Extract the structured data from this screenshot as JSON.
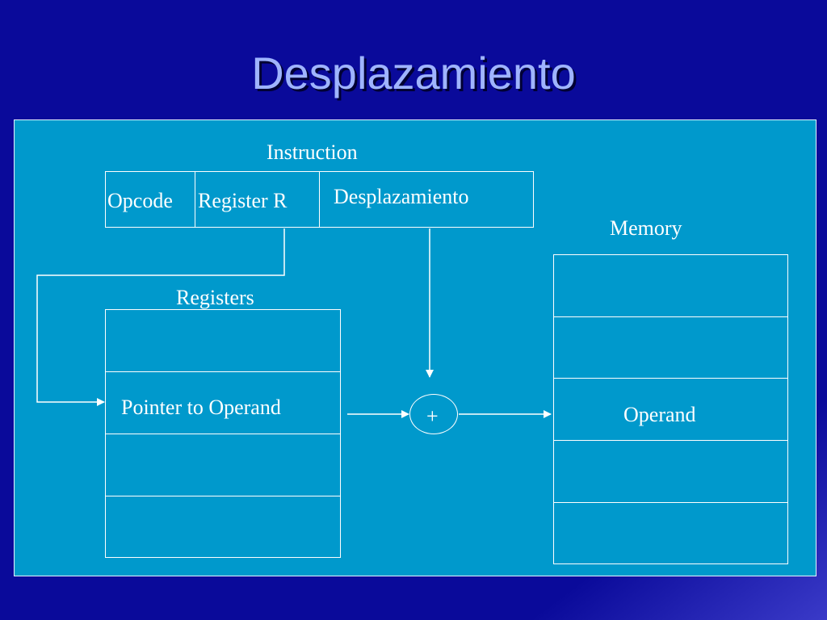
{
  "slide": {
    "title": "Desplazamiento"
  },
  "diagram": {
    "instruction_label": "Instruction",
    "instruction_fields": [
      "Opcode",
      "Register R",
      "Desplazamiento"
    ],
    "registers_label": "Registers",
    "register_entry": "Pointer to Operand",
    "adder_symbol": "+",
    "memory_label": "Memory",
    "memory_entry": "Operand"
  },
  "colors": {
    "background": "#0a0a9a",
    "panel": "#0099cc",
    "title": "#9fb4ff",
    "line": "#ffffff"
  }
}
